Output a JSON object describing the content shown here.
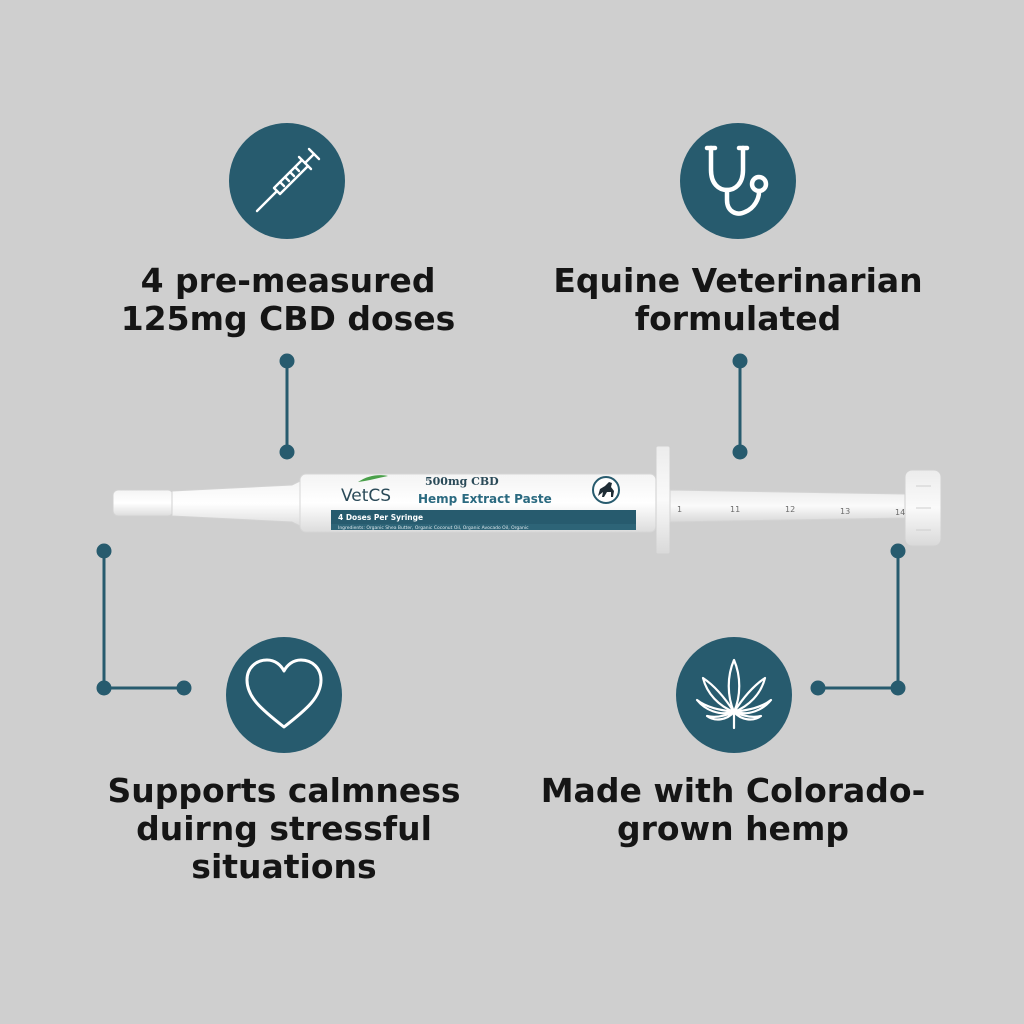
{
  "features": {
    "doses": {
      "line1": "4 pre-measured",
      "line2": "125mg CBD doses",
      "icon": "syringe-icon"
    },
    "vet": {
      "line1": "Equine Veterinarian",
      "line2": "formulated",
      "icon": "stethoscope-icon"
    },
    "calm": {
      "line1": "Supports calmness",
      "line2": "duirng stressful",
      "line3": "situations",
      "icon": "heart-icon"
    },
    "hemp": {
      "line1": "Made with Colorado-",
      "line2": "grown hemp",
      "icon": "hemp-leaf-icon"
    }
  },
  "product": {
    "brand": "VetCS",
    "strength": "500mg CBD",
    "name": "Hemp Extract Paste",
    "doses_band": "4 Doses Per Syringe",
    "ingredients": "Ingredients: Organic Shea Butter, Organic Coconut Oil, Organic Avocado Oil, Organic",
    "scale": [
      "1",
      "11",
      "12",
      "13",
      "14"
    ],
    "logo_icon": "horse-icon"
  },
  "colors": {
    "background": "#cfcfcf",
    "accent": "#275b6e",
    "text": "#151515"
  }
}
